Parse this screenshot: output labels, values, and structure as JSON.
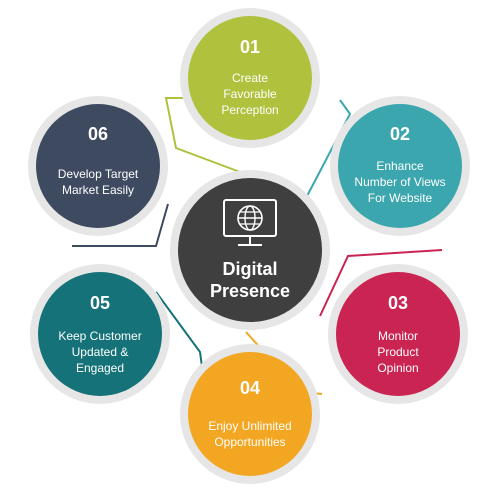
{
  "center": {
    "title_lines": [
      "Digital",
      "Presence"
    ],
    "icon": "globe-monitor-icon",
    "color": "#3f3f3f"
  },
  "nodes": [
    {
      "id": "01",
      "number": "01",
      "lines": [
        "Create",
        "Favorable",
        "Perception"
      ],
      "color": "#b0c13d"
    },
    {
      "id": "02",
      "number": "02",
      "lines": [
        "Enhance",
        "Number of Views",
        "For Website"
      ],
      "color": "#3ba6ad"
    },
    {
      "id": "03",
      "number": "03",
      "lines": [
        "Monitor",
        "Product",
        "Opinion"
      ],
      "color": "#c92452"
    },
    {
      "id": "04",
      "number": "04",
      "lines": [
        "Enjoy Unlimited",
        "Opportunities"
      ],
      "color": "#f2a622"
    },
    {
      "id": "05",
      "number": "05",
      "lines": [
        "Keep Customer",
        "Updated &",
        "Engaged"
      ],
      "color": "#147278"
    },
    {
      "id": "06",
      "number": "06",
      "lines": [
        "Develop Target",
        "Market Easily"
      ],
      "color": "#3e4a60"
    }
  ]
}
